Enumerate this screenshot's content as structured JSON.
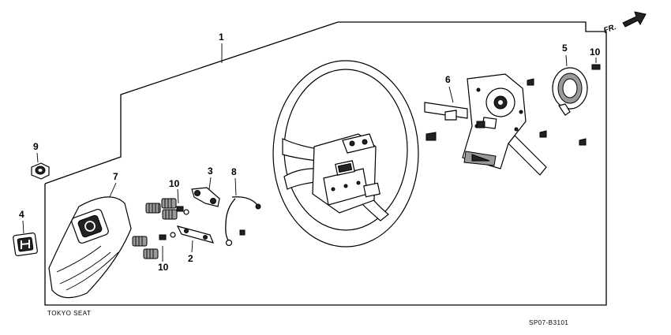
{
  "diagram": {
    "callouts": {
      "c1": "1",
      "c2": "2",
      "c3": "3",
      "c4": "4",
      "c5": "5",
      "c6": "6",
      "c7": "7",
      "c8": "8",
      "c9": "9",
      "c10a": "10",
      "c10b": "10",
      "c10c": "10"
    },
    "direction_label": "FR.",
    "footer_left": "TOKYO SEAT",
    "footer_right": "SP07-B3101"
  },
  "colors": {
    "line": "#000000",
    "background": "#ffffff",
    "fill_dark": "#222222",
    "fill_grey": "#9a9a9a"
  },
  "icons": [
    "front-direction-arrow-icon",
    "honda-emblem-icon"
  ]
}
